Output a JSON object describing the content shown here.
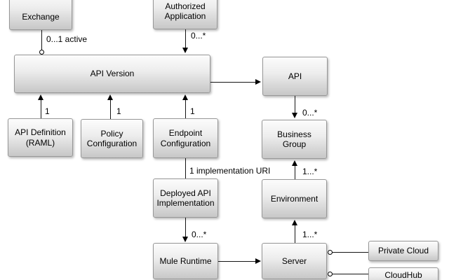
{
  "nodes": {
    "exchange": {
      "label": "Exchange"
    },
    "authorized_application": {
      "label": "Authorized\nApplication"
    },
    "api_version": {
      "label": "API Version"
    },
    "api": {
      "label": "API"
    },
    "api_definition": {
      "label": "API Definition\n(RAML)"
    },
    "policy_configuration": {
      "label": "Policy\nConfiguration"
    },
    "endpoint_configuration": {
      "label": "Endpoint\nConfiguration"
    },
    "business_group": {
      "label": "Business\nGroup"
    },
    "deployed_api_implementation": {
      "label": "Deployed API\nImplementation"
    },
    "environment": {
      "label": "Environment"
    },
    "mule_runtime": {
      "label": "Mule Runtime"
    },
    "server": {
      "label": "Server"
    },
    "private_cloud": {
      "label": "Private Cloud"
    },
    "cloudhub": {
      "label": "CloudHub"
    }
  },
  "edges": {
    "exchange_api_version": {
      "label": "0...1 active"
    },
    "authorized_application_api_version": {
      "label": "0...*"
    },
    "api_version_api": {
      "label": ""
    },
    "api_business_group": {
      "label": "0...*"
    },
    "api_definition_api_version": {
      "label": "1"
    },
    "policy_configuration_api_version": {
      "label": "1"
    },
    "endpoint_configuration_api_version": {
      "label": "1"
    },
    "endpoint_configuration_deployed_api": {
      "label": "1 implementation URI"
    },
    "deployed_api_mule_runtime": {
      "label": "0...*"
    },
    "environment_business_group": {
      "label": "1...*"
    },
    "server_environment": {
      "label": "1...*"
    },
    "mule_runtime_server": {
      "label": ""
    },
    "server_private_cloud": {
      "label": ""
    },
    "server_cloudhub": {
      "label": ""
    }
  },
  "colors": {
    "background": "#ffffff",
    "node_fill_top": "#fcfcfc",
    "node_fill_bottom": "#c7c7c7",
    "node_border": "#979797",
    "line": "#141414",
    "text": "#000000"
  }
}
